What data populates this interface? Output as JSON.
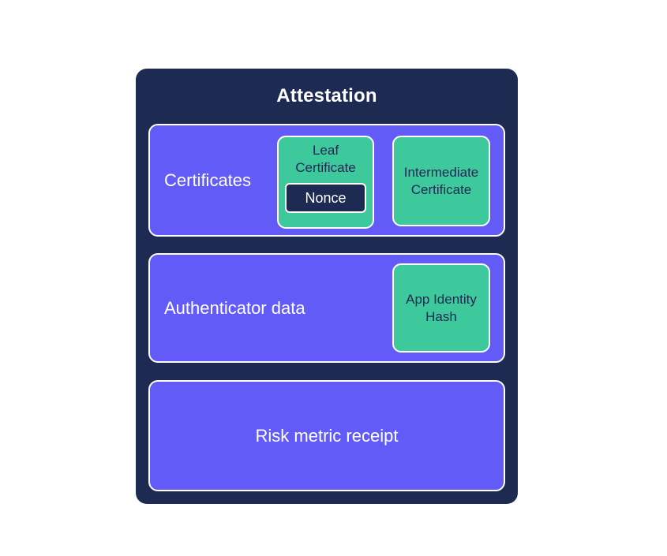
{
  "diagram": {
    "title": "Attestation",
    "colors": {
      "navy": "#1d2a52",
      "purple": "#625bf8",
      "green": "#3ec99c",
      "border": "#ffffff",
      "text_light": "#ffffff",
      "text_dark": "#1d2a52"
    },
    "rows": {
      "certificates": {
        "label": "Certificates",
        "leaf_certificate": {
          "label": "Leaf Certificate",
          "nonce_label": "Nonce"
        },
        "intermediate_certificate": {
          "label": "Intermediate Certificate"
        }
      },
      "authenticator": {
        "label": "Authenticator data",
        "app_identity_hash": {
          "label": "App Identity Hash"
        }
      },
      "risk_metric": {
        "label": "Risk metric receipt"
      }
    }
  }
}
